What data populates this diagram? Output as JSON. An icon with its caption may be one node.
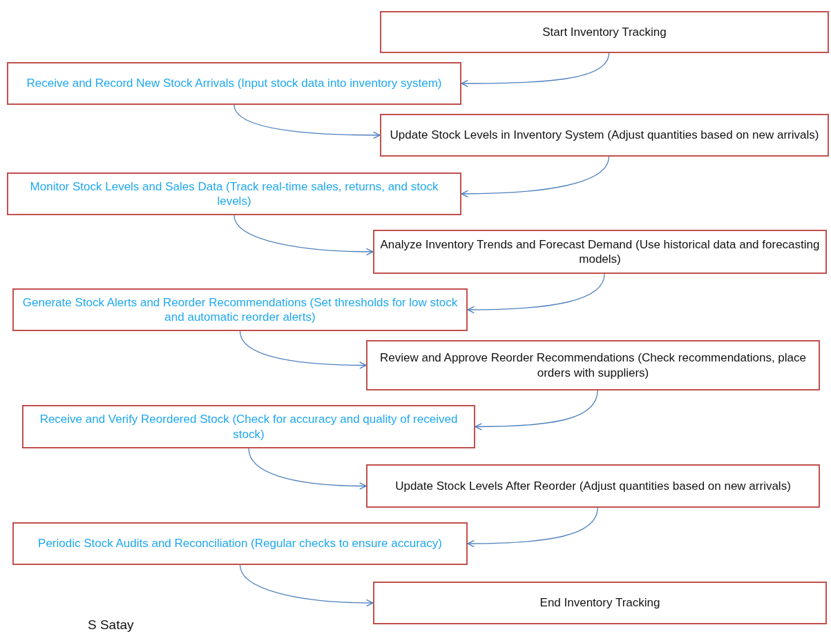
{
  "diagram": {
    "nodes": [
      {
        "text": [
          "Start Inventory Tracking"
        ]
      },
      {
        "text": [
          "Receive and Record New Stock Arrivals (Input stock data into inventory system)"
        ]
      },
      {
        "text": [
          "Update Stock Levels in Inventory System (Adjust quantities based on new arrivals)"
        ]
      },
      {
        "text": [
          "Monitor Stock Levels and Sales Data (Track real-time sales, returns, and stock levels)"
        ]
      },
      {
        "text": [
          "Analyze Inventory Trends and Forecast Demand (Use historical data and forecasting models)"
        ]
      },
      {
        "text": [
          "Generate Stock Alerts and Reorder Recommendations (Set thresholds for low stock and automatic reorder alerts)"
        ]
      },
      {
        "text": [
          "Review and Approve Reorder Recommendations (Check recommendations, place orders with suppliers)"
        ]
      },
      {
        "text": [
          "Receive and Verify Reordered Stock (Check for accuracy and quality of received stock)"
        ]
      },
      {
        "text": [
          "Update Stock Levels After Reorder (Adjust quantities based on new arrivals)"
        ]
      },
      {
        "text": [
          "Periodic Stock Audits and Reconciliation (Regular checks to ensure accuracy)"
        ]
      },
      {
        "text": [
          "End Inventory Tracking"
        ]
      }
    ],
    "edges": [
      {
        "from": 0,
        "to": 1,
        "arrow": "to"
      },
      {
        "from": 1,
        "to": 2,
        "arrow": "to"
      },
      {
        "from": 2,
        "to": 3,
        "arrow": "to"
      },
      {
        "from": 3,
        "to": 4,
        "arrow": "to"
      },
      {
        "from": 4,
        "to": 5,
        "arrow": "to"
      },
      {
        "from": 5,
        "to": 6,
        "arrow": "to"
      },
      {
        "from": 6,
        "to": 7,
        "arrow": "to"
      },
      {
        "from": 7,
        "to": 8,
        "arrow": "to"
      },
      {
        "from": 8,
        "to": 9,
        "arrow": "to"
      },
      {
        "from": 9,
        "to": 10,
        "arrow": "to"
      }
    ],
    "labels": [
      "S Satay"
    ]
  }
}
